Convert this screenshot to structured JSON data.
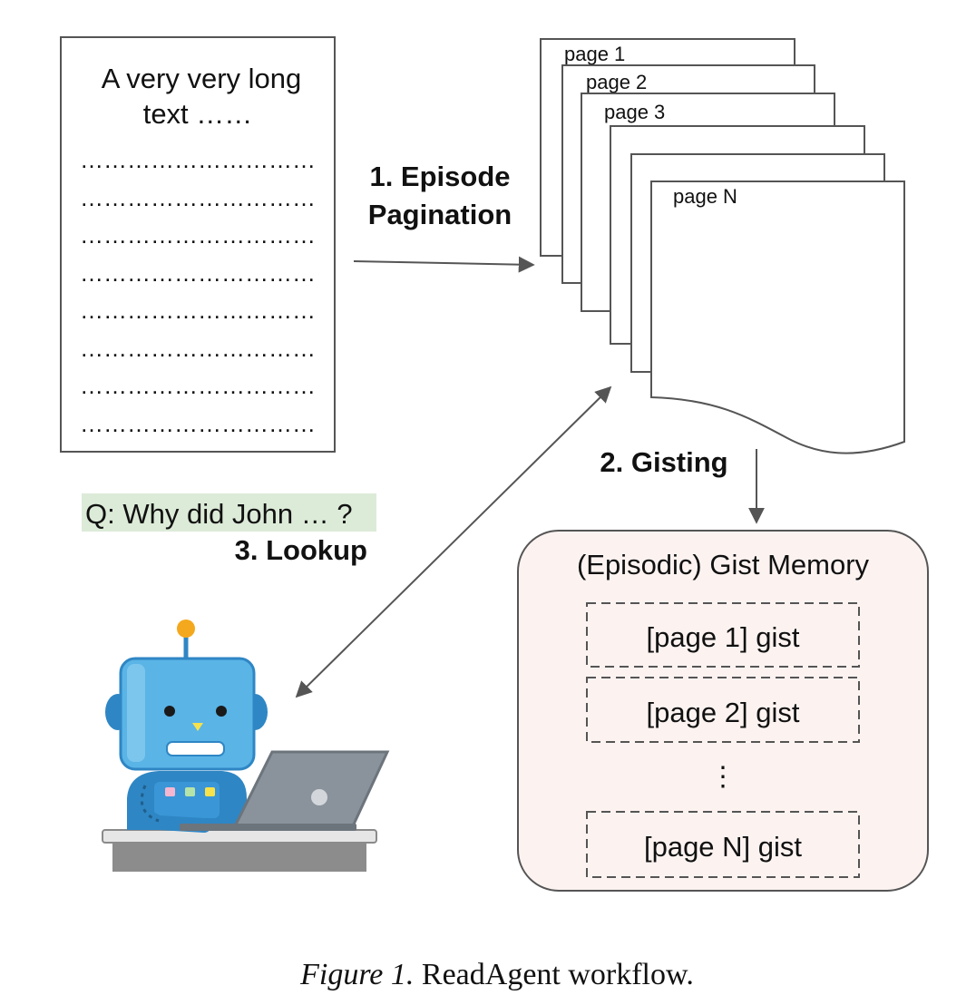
{
  "source_doc": {
    "title_lines": [
      "A very very long",
      "text ……"
    ],
    "dot_line": "…………………………",
    "dot_line_count": 8
  },
  "steps": {
    "pagination": [
      "1. Episode",
      "Pagination"
    ],
    "gisting": "2. Gisting",
    "lookup": "3. Lookup"
  },
  "pages": {
    "labels": [
      "page 1",
      "page 2",
      "page 3",
      "",
      "",
      "page N"
    ]
  },
  "memory": {
    "title": "(Episodic) Gist Memory",
    "gists": [
      "[page 1] gist",
      "[page 2] gist",
      "[page N] gist"
    ],
    "ellipsis": "⋮"
  },
  "question": "Q: Why did John … ?",
  "caption": {
    "label": "Figure 1.",
    "text": "ReadAgent workflow."
  },
  "colors": {
    "stroke": "#555555",
    "question_bg": "#dcebd8",
    "memory_bg": "#fcf3f1",
    "robot_blue": "#5ab4e6",
    "robot_dark": "#2f86c4",
    "antenna": "#f4a81d",
    "laptop": "#8a939c",
    "desk": "#e6e6e6"
  }
}
